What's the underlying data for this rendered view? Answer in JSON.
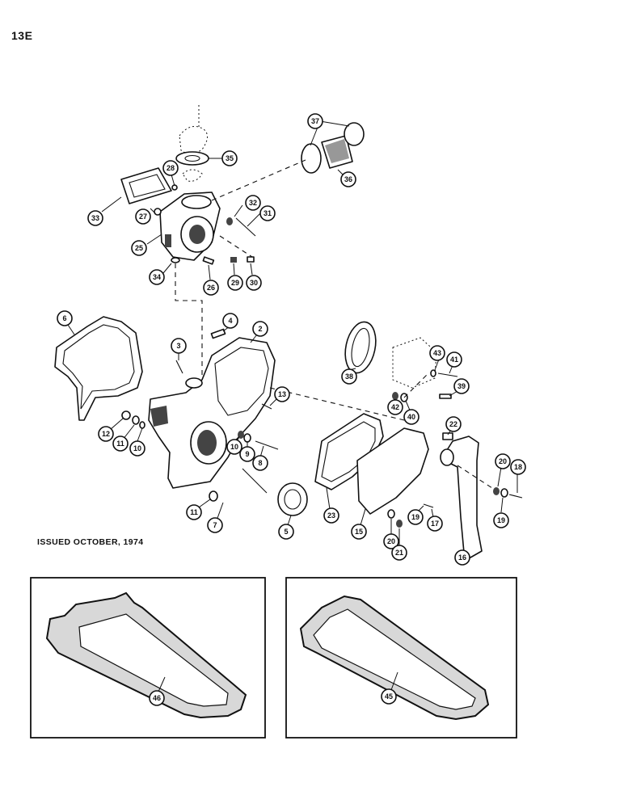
{
  "header": {
    "page_number": "13E"
  },
  "footer": {
    "issued": "ISSUED OCTOBER, 1974"
  },
  "callouts": {
    "c2": "2",
    "c3": "3",
    "c4": "4",
    "c5": "5",
    "c6": "6",
    "c7": "7",
    "c8": "8",
    "c9": "9",
    "c10a": "10",
    "c10b": "10",
    "c11a": "11",
    "c11b": "11",
    "c12": "12",
    "c13": "13",
    "c15": "15",
    "c16": "16",
    "c17": "17",
    "c18": "18",
    "c19a": "19",
    "c19b": "19",
    "c20a": "20",
    "c20b": "20",
    "c21": "21",
    "c22": "22",
    "c23": "23",
    "c25": "25",
    "c26": "26",
    "c27": "27",
    "c28": "28",
    "c29": "29",
    "c30": "30",
    "c31": "31",
    "c32": "32",
    "c33": "33",
    "c34": "34",
    "c35": "35",
    "c36": "36",
    "c37": "37",
    "c38": "38",
    "c39": "39",
    "c40": "40",
    "c41": "41",
    "c42": "42",
    "c43": "43",
    "c45": "45",
    "c46": "46"
  }
}
